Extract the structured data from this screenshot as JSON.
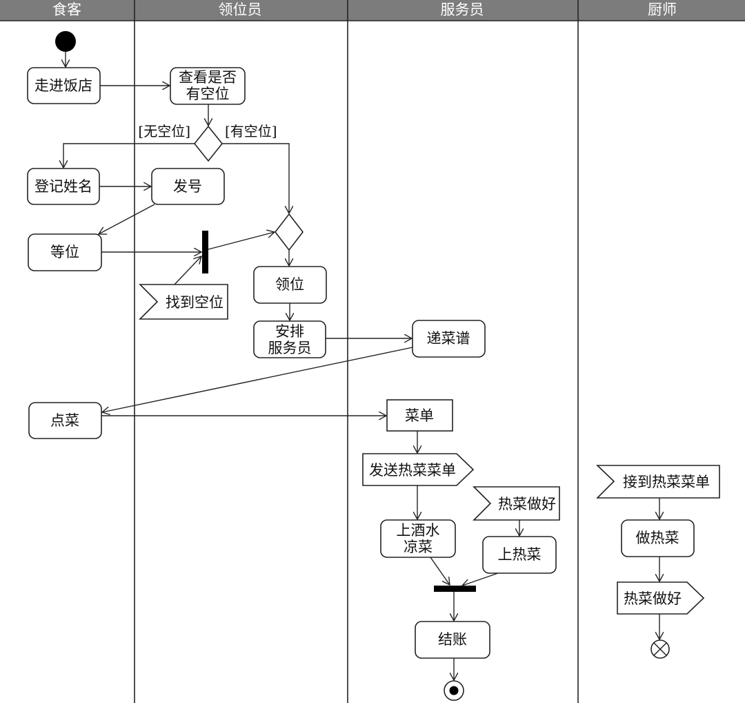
{
  "lanes": [
    "食客",
    "领位员",
    "服务员",
    "厨师"
  ],
  "actions": {
    "enter_restaurant": "走进饭店",
    "check_seat_1": "查看是否",
    "check_seat_2": "有空位",
    "register_name": "登记姓名",
    "issue_number": "发号",
    "wait_for_seat": "等位",
    "seat_guest": "领位",
    "assign_waiter_1": "安排",
    "assign_waiter_2": "服务员",
    "hand_menu": "递菜谱",
    "order_food": "点菜",
    "serve_drinks_1": "上酒水",
    "serve_drinks_2": "凉菜",
    "serve_hot": "上热菜",
    "checkout": "结账",
    "cook_hot": "做热菜"
  },
  "object_node": {
    "order_list": "菜单"
  },
  "signals": {
    "seat_found": "找到空位",
    "send_hot_order": "发送热菜菜单",
    "hot_done_accept": "热菜做好",
    "receive_hot_order": "接到热菜菜单",
    "hot_done_send": "热菜做好"
  },
  "guards": {
    "no_seat": "[无空位]",
    "has_seat": "[有空位]"
  }
}
